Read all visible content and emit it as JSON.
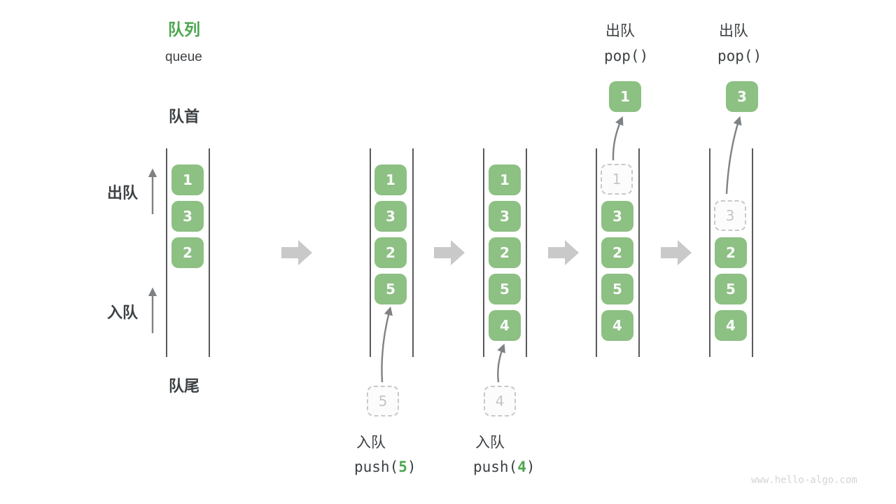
{
  "title": {
    "zh": "队列",
    "en": "queue"
  },
  "labels": {
    "front": "队首",
    "rear": "队尾",
    "dequeue": "出队",
    "enqueue": "入队"
  },
  "ops": {
    "push5": {
      "label": "入队",
      "fn": "push(",
      "arg": "5",
      "close": ")"
    },
    "push4": {
      "label": "入队",
      "fn": "push(",
      "arg": "4",
      "close": ")"
    },
    "pop_state4": {
      "label": "出队",
      "code": "pop()"
    },
    "pop_state5": {
      "label": "出队",
      "code": "pop()"
    }
  },
  "columns": {
    "c1": {
      "boxes": [
        "1",
        "3",
        "2"
      ]
    },
    "c2": {
      "boxes": [
        "1",
        "3",
        "2",
        "5"
      ],
      "ghost": "5"
    },
    "c3": {
      "boxes": [
        "1",
        "3",
        "2",
        "5",
        "4"
      ],
      "ghost": "4"
    },
    "c4": {
      "popped": "1",
      "ghost": "1",
      "boxes": [
        "3",
        "2",
        "5",
        "4"
      ]
    },
    "c5": {
      "popped": "3",
      "ghost": "3",
      "boxes": [
        "2",
        "5",
        "4"
      ]
    }
  },
  "watermark": "www.hello-algo.com",
  "colors": {
    "box_green": "#8DC083",
    "accent_green": "#4CA64F",
    "text_dark": "#3D4144",
    "thin_arrow_gray": "#7F8285",
    "big_arrow_gray": "#C9C9C9",
    "ghost_border_gray": "#C9C9C9",
    "ghost_text_gray": "#C5C5C5",
    "rail_gray": "#595A5C",
    "watermark_gray": "#D4D4D4"
  }
}
